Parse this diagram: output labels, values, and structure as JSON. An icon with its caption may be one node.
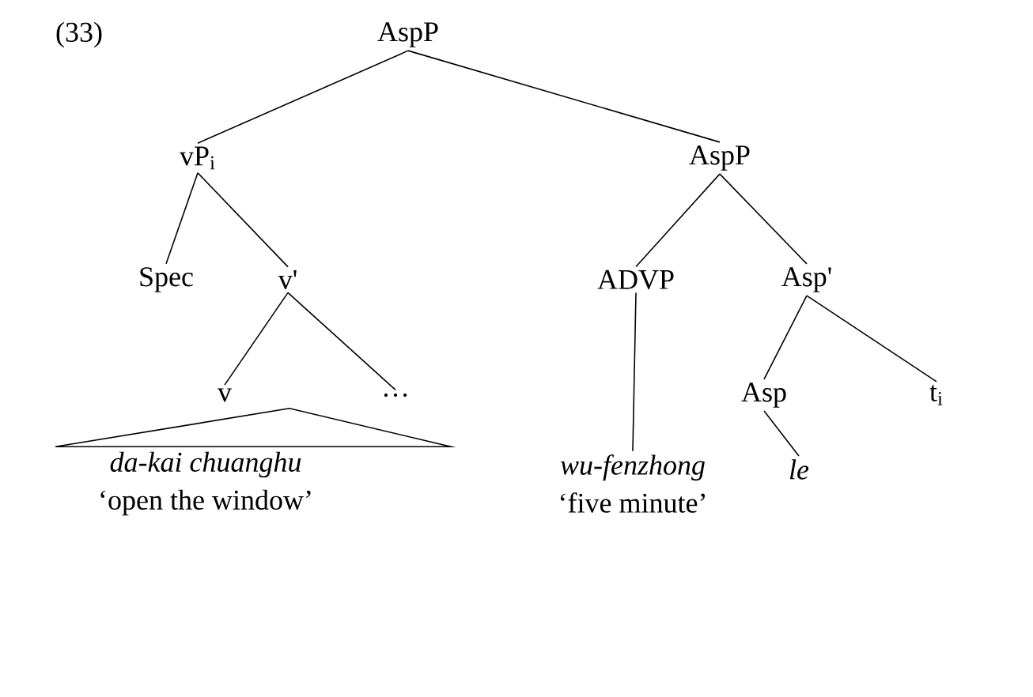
{
  "diagram": {
    "nodes": [
      {
        "text": [
          "AspP"
        ]
      },
      {
        "text": [
          "vP$_{i}$"
        ]
      },
      {
        "text": [
          "AspP"
        ]
      },
      {
        "text": [
          "Spec"
        ]
      },
      {
        "text": [
          "v'"
        ]
      },
      {
        "text": [
          "ADVP"
        ]
      },
      {
        "text": [
          "Asp'"
        ]
      },
      {
        "text": [
          "v"
        ]
      },
      {
        "text": [
          "…"
        ]
      },
      {
        "text": [
          "Asp"
        ]
      },
      {
        "text": [
          "t$_{i}$"
        ]
      },
      {
        "text": [
          "da-kai chuanghu",
          "‘open the window’"
        ]
      },
      {
        "text": [
          "wu-fenzhong",
          "‘five minute’"
        ]
      },
      {
        "text": [
          "le"
        ]
      }
    ],
    "edges": [
      {
        "from": 0,
        "to": 1,
        "arrow": "none"
      },
      {
        "from": 0,
        "to": 2,
        "arrow": "none"
      },
      {
        "from": 1,
        "to": 3,
        "arrow": "none"
      },
      {
        "from": 1,
        "to": 4,
        "arrow": "none"
      },
      {
        "from": 2,
        "to": 5,
        "arrow": "none"
      },
      {
        "from": 2,
        "to": 6,
        "arrow": "none"
      },
      {
        "from": 4,
        "to": 7,
        "arrow": "none"
      },
      {
        "from": 4,
        "to": 8,
        "arrow": "none"
      },
      {
        "from": 6,
        "to": 9,
        "arrow": "none"
      },
      {
        "from": 6,
        "to": 10,
        "arrow": "none"
      },
      {
        "from": 7,
        "to": 11,
        "arrow": "none"
      },
      {
        "from": 5,
        "to": 12,
        "arrow": "none"
      },
      {
        "from": 9,
        "to": 13,
        "arrow": "none"
      }
    ],
    "labels": [
      "(33)"
    ]
  }
}
